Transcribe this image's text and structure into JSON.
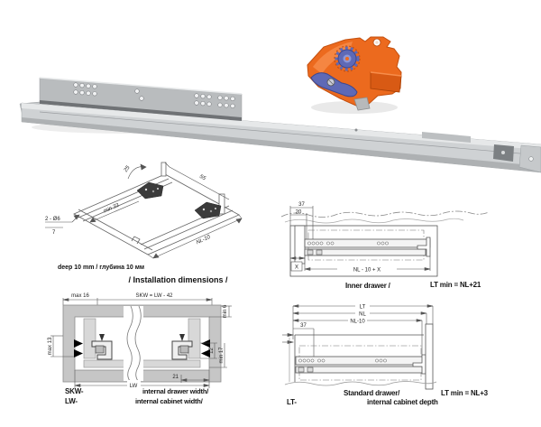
{
  "iso": {
    "dim_offset": "25",
    "dim_rear": "55",
    "dim_min33": "min 33",
    "dim_holes": "2 - Ø6",
    "dim_seven": "7",
    "dim_length": "NL-10",
    "caption": "deep 10 mm / глубина 10 мм"
  },
  "title": "/ Installation dimensions /",
  "front_section": {
    "dim_max16": "max 16",
    "dim_skw": "SKW = LW - 42",
    "dim_min6": "min 6",
    "dim_max13": "max 13",
    "dim_12": "12",
    "dim_min17": "min 17",
    "dim_lw": "LW",
    "dim_21": "21",
    "label_skw": "SKW-",
    "label_lw": "LW-",
    "label_drawer_width": "internal drawer width/",
    "label_cabinet_width": "internal cabinet width/"
  },
  "inner_drawer": {
    "dim_37": "37",
    "dim_20": "20",
    "dim_x": "X",
    "dim_nl": "NL - 10 + X",
    "caption": "Inner drawer /",
    "formula": "LT min = NL+21"
  },
  "standard_drawer": {
    "dim_lt": "LT",
    "dim_nl": "NL",
    "dim_nl10": "NL-10",
    "dim_37": "37",
    "caption1": "Standard drawer/",
    "caption2": "internal cabinet depth",
    "formula": "LT min = NL+3",
    "label_lt": "LT-"
  },
  "colors": {
    "orange": "#ec6a1e",
    "blue": "#5e69b6",
    "metal": "#cfd2d4",
    "line": "#555555"
  }
}
